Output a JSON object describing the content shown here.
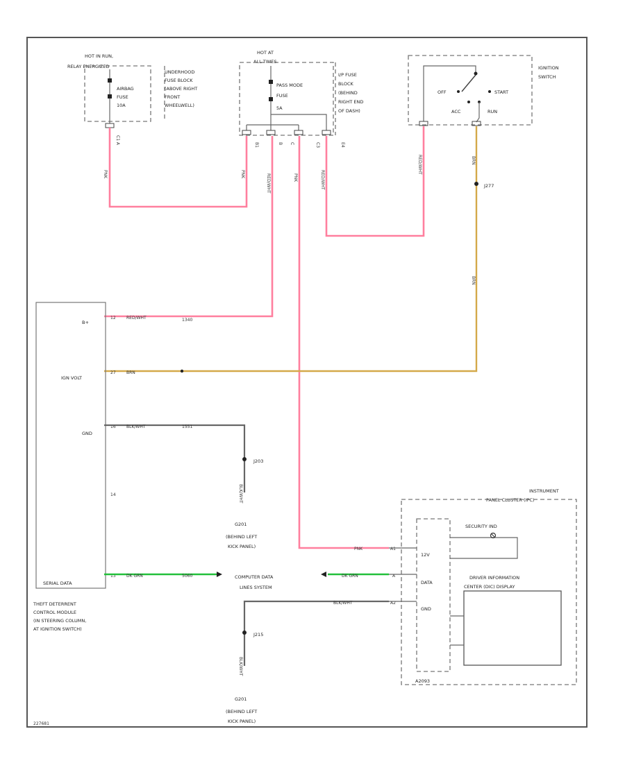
{
  "diagram": {
    "left_fuse_block": {
      "header_1": "HOT IN RUN,",
      "header_2": "RELAY ENERGIZED",
      "fuse_1": "AIRBAG",
      "fuse_2": "FUSE",
      "fuse_3": "10A",
      "location_1": "UNDERHOOD",
      "location_2": "FUSE BLOCK",
      "location_3": "(ABOVE RIGHT",
      "location_4": "FRONT",
      "location_5": "WHEELWELL)",
      "pin": "C1 A"
    },
    "center_fuse_block": {
      "header_1": "HOT AT",
      "header_2": "ALL TIMES",
      "fuse_1": "PASS MODE",
      "fuse_2": "FUSE",
      "fuse_3": "5A",
      "location_1": "I/P FUSE",
      "location_2": "BLOCK",
      "location_3": "(BEHIND",
      "location_4": "RIGHT END",
      "location_5": "OF DASH)",
      "pins": [
        "B1",
        "B",
        "C",
        "C3",
        "E4"
      ]
    },
    "ignition_switch": {
      "label_1": "IGNITION",
      "label_2": "SWITCH",
      "off": "OFF",
      "start": "START",
      "acc": "ACC",
      "run": "RUN"
    },
    "wires": {
      "pnk_1": "PNK",
      "pnk_2": "PNK",
      "red_wht_1": "RED/WHT",
      "pnk_3": "PNK",
      "red_wht_2": "RED/WHT",
      "red_wht_3": "RED/WHT",
      "brn_1": "BRN",
      "brn_2": "BRN",
      "splice_top": "J277",
      "red_wht_tdm": "RED/WHT",
      "red_wht_tdm_circ": "1340",
      "brn_tdm": "BRN",
      "blk_wht_tdm": "BLK/WHT",
      "blk_wht_tdm_circ": "1551",
      "splice_mid": "J203",
      "blk_wht_down": "BLK/WHT",
      "pnk_cluster": "PNK",
      "dk_grn_left": "DK GRN",
      "dk_grn_left_circ": "5060",
      "dk_grn_right": "DK GRN",
      "blk_wht_cluster": "BLK/WHT",
      "splice_bot": "J215",
      "blk_wht_bot": "BLK/WHT"
    },
    "theft_module": {
      "b_plus": "B+",
      "ign_volt": "IGN VOLT",
      "gnd": "GND",
      "serial_data": "SERIAL DATA",
      "pin_b": "12",
      "pin_ign": "27",
      "pin_gnd": "16",
      "pin_14": "14",
      "pin_serial": "13",
      "name_1": "THEFT DETERRENT",
      "name_2": "CONTROL MODULE",
      "name_3": "(IN STEERING COLUMN,",
      "name_4": "AT IGNITION SWITCH)"
    },
    "ground_mid": {
      "id": "G201",
      "desc_1": "(BEHIND LEFT",
      "desc_2": "KICK PANEL)"
    },
    "computer_data": {
      "line_1": "COMPUTER DATA",
      "line_2": "LINES SYSTEM"
    },
    "ground_bot": {
      "id": "G201",
      "desc_1": "(BEHIND LEFT",
      "desc_2": "KICK PANEL)"
    },
    "instrument_cluster": {
      "title_1": "INSTRUMENT",
      "title_2": "PANEL CLUSTER (IPC)",
      "batt": "12V",
      "data": "DATA",
      "gnd": "GND",
      "security": "SECURITY IND",
      "driver_info_1": "DRIVER INFORMATION",
      "driver_info_2": "CENTER (DIC) DISPLAY",
      "pin_a": "A1",
      "pin_b": "A",
      "pin_c": "A2",
      "footer": "A2093"
    },
    "figure_id": "227681"
  }
}
